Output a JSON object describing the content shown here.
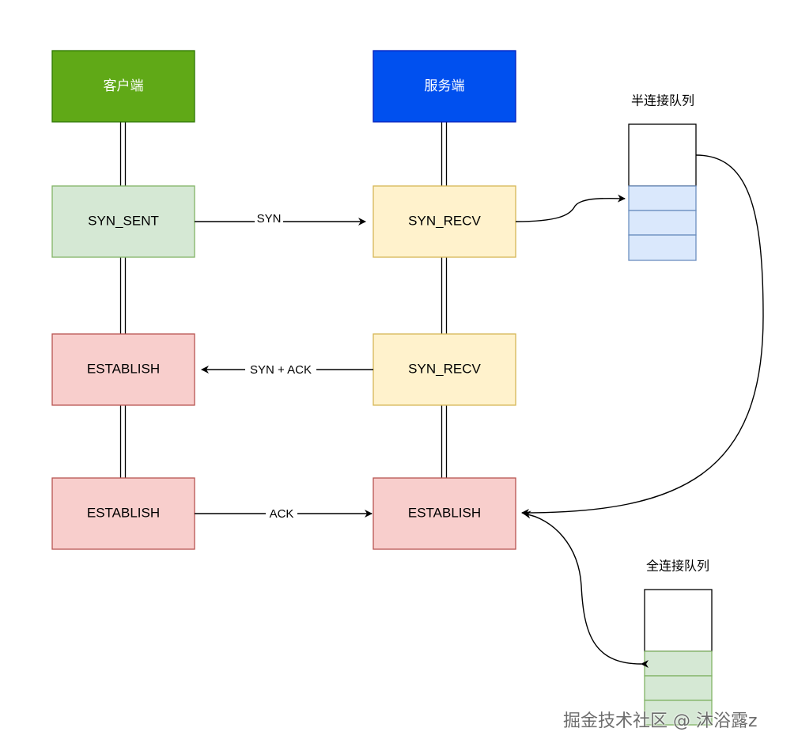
{
  "colors": {
    "client_header": "#60a917",
    "server_header": "#0050ef",
    "green_box": "#d5e8d4",
    "yellow_box": "#fff2cc",
    "red_box": "#f8cecc",
    "half_queue_slot": "#dae8fc",
    "full_queue_slot": "#d5e8d4"
  },
  "headers": {
    "client": "客户端",
    "server": "服务端"
  },
  "client_states": {
    "s1": "SYN_SENT",
    "s2": "ESTABLISH",
    "s3": "ESTABLISH"
  },
  "server_states": {
    "s1": "SYN_RECV",
    "s2": "SYN_RECV",
    "s3": "ESTABLISH"
  },
  "messages": {
    "syn": "SYN",
    "syn_ack": "SYN + ACK",
    "ack": "ACK"
  },
  "queues": {
    "half": "半连接队列",
    "full": "全连接队列"
  },
  "watermark": "掘金技术社区 @ 沐浴露z"
}
